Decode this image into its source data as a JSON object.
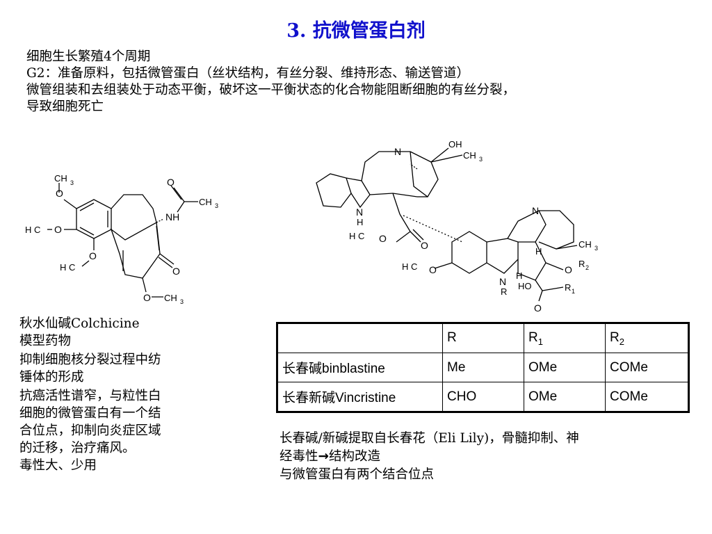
{
  "title": "3. 抗微管蛋白剂",
  "intro": {
    "line1": "细胞生长繁殖4个周期",
    "line2": "G2：准备原料，包括微管蛋白（丝状结构，有丝分裂、维持形态、输送管道）",
    "line3": "微管组装和去组装处于动态平衡，破坏这一平衡状态的化合物能阻断细胞的有丝分裂，",
    "line4": "导致细胞死亡"
  },
  "colchicine": {
    "name": "秋水仙碱Colchicine",
    "l1": "模型药物",
    "l2": "抑制细胞核分裂过程中纺",
    "l3": "锤体的形成",
    "l4": "抗癌活性谱窄，与粒性白",
    "l5": "细胞的微管蛋白有一个结",
    "l6": "合位点，抑制向炎症区域",
    "l7": "的迁移，治疗痛风。",
    "l8": "毒性大、少用",
    "struct": {
      "o_top": "O",
      "ch3_top": "CH",
      "o_mid": "O",
      "h3c_mid": "H C",
      "o_low": "O",
      "h3c_low": "H C",
      "o_acetyl": "O",
      "ch3_acetyl": "CH",
      "nh": "NH",
      "o_ketone": "O",
      "o_methoxy": "O",
      "ch3_methoxy": "CH",
      "sub3": "3"
    }
  },
  "vinca_struct": {
    "n_top": "N",
    "oh_top": "OH",
    "ch3_top": "CH",
    "nh_n": "N",
    "nh_h": "H",
    "h3c_ester": "H C",
    "o_ester1": "O",
    "o_ester2": "O",
    "n_right": "N",
    "h_right": "H",
    "ch3_right": "CH",
    "h3c_methoxy": "H C",
    "o_methoxy": "O",
    "n_low": "N",
    "r_low": "R",
    "h_low": "H",
    "ho_low": "HO",
    "o_r2": "O",
    "r2": "R",
    "r1": "R",
    "o_carbonyl": "O",
    "sub3": "3",
    "sub1": "1",
    "sub2": "2"
  },
  "table": {
    "header": [
      "",
      "R",
      "R",
      "R"
    ],
    "header_subs": [
      "",
      "",
      "1",
      "2"
    ],
    "rows": [
      {
        "name": "长春碱",
        "name_en": "binblastine",
        "r": "Me",
        "r1": "OMe",
        "r2": "COMe"
      },
      {
        "name": "长春新碱",
        "name_en": "Vincristine",
        "r": "CHO",
        "r1": "OMe",
        "r2": "COMe"
      }
    ]
  },
  "vinca_text": {
    "l1": "长春碱/新碱提取自长春花（Eli Lily)，骨髓抑制、神",
    "l2a": "经毒性",
    "arrow": "→",
    "l2b": "结构改造",
    "l3": "与微管蛋白有两个结合位点"
  }
}
